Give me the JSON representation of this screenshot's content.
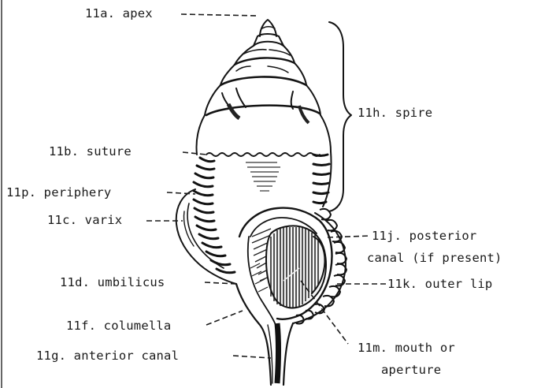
{
  "labels": {
    "apex": "11a. apex",
    "suture": "11b. suture",
    "periphery": "11p. periphery",
    "varix": "11c. varix",
    "umbilicus": "11d. umbilicus",
    "columella": "11f. columella",
    "anterior_canal": "11g. anterior canal",
    "spire": "11h. spire",
    "posterior_canal_1": "11j. posterior",
    "posterior_canal_2": "canal (if present)",
    "outer_lip": "11k. outer lip",
    "mouth_1": "11m. mouth or",
    "mouth_2": "aperture"
  }
}
